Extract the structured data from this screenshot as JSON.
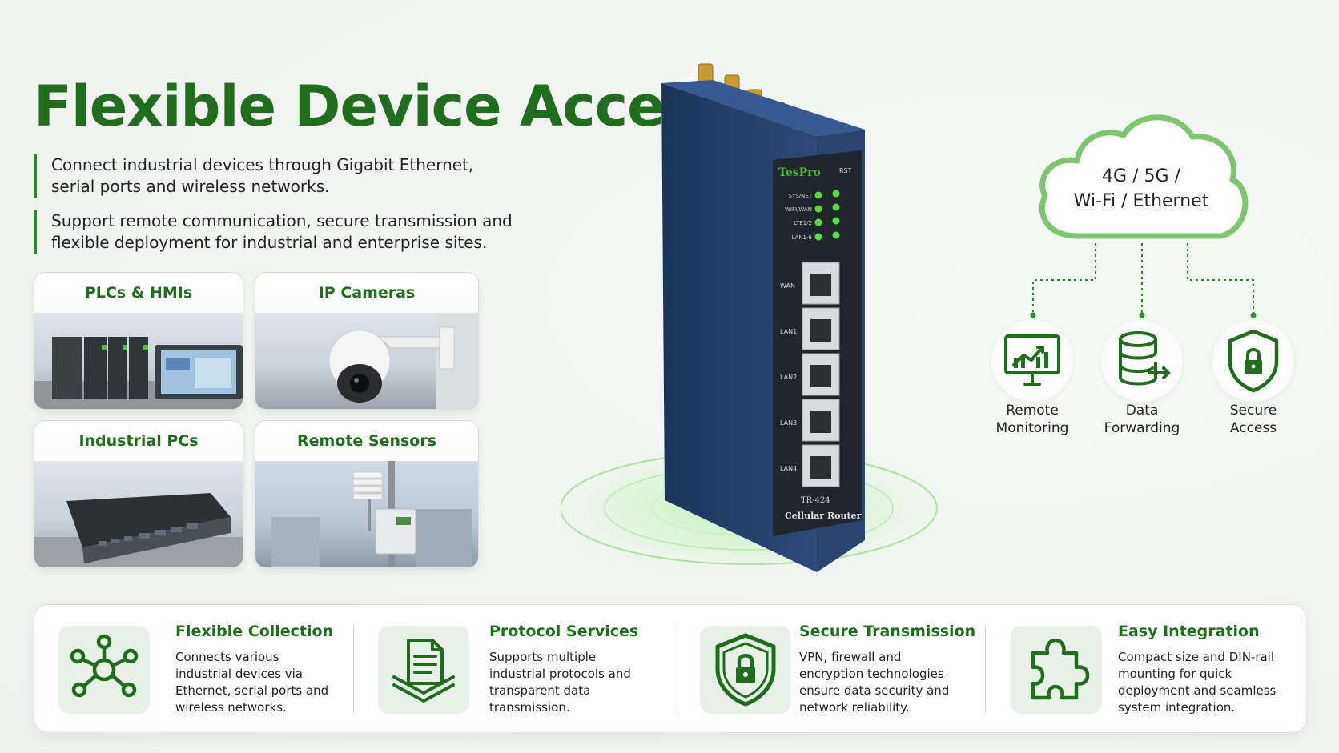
{
  "headline": "Flexible Device Access",
  "lead": [
    "Connect industrial devices through Gigabit Ethernet, serial ports and wireless networks.",
    "Support remote communication, secure transmission and flexible deployment for industrial and enterprise sites."
  ],
  "tiles": [
    {
      "label": "PLCs & HMIs"
    },
    {
      "label": "IP Cameras"
    },
    {
      "label": "Industrial PCs"
    },
    {
      "label": "Remote Sensors"
    }
  ],
  "router": {
    "brand": "TesPro",
    "rst": "RST",
    "leds": [
      "SYS/NET",
      "WIFI/WAN",
      "LTE1/2",
      "LAN1-6"
    ],
    "ports": [
      "WAN",
      "LAN1",
      "LAN2",
      "LAN3",
      "LAN4"
    ],
    "model": "TR-424",
    "product": "Cellular Router"
  },
  "cloud": {
    "line1": "4G / 5G /",
    "line2": "Wi-Fi / Ethernet"
  },
  "features": [
    {
      "icon": "monitor-chart-icon",
      "line1": "Remote",
      "line2": "Monitoring"
    },
    {
      "icon": "database-icon",
      "line1": "Data",
      "line2": "Forwarding"
    },
    {
      "icon": "shield-lock-icon",
      "line1": "Secure",
      "line2": "Access"
    }
  ],
  "bottom": [
    {
      "icon": "network-node-icon",
      "title": "Flexible Collection",
      "text": "Connects various industrial devices via Ethernet, serial ports and wireless networks."
    },
    {
      "icon": "document-stack-icon",
      "title": "Protocol Services",
      "text": "Supports multiple industrial protocols and transparent data transmission."
    },
    {
      "icon": "shield-lock-icon",
      "title": "Secure Transmission",
      "text": "VPN, firewall and encryption technologies ensure data security and network reliability."
    },
    {
      "icon": "puzzle-icon",
      "title": "Easy Integration",
      "text": "Compact size and DIN-rail mounting for quick deployment and seamless system integration."
    }
  ],
  "colors": {
    "accent": "#1f6e1c",
    "accent_light": "#3a9a34",
    "router_body": "#25406c"
  }
}
